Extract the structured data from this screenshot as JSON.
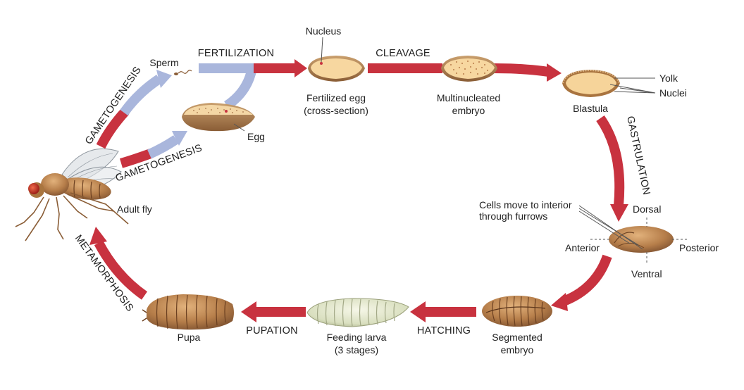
{
  "labels": {
    "nucleus": "Nucleus",
    "sperm": "Sperm",
    "fertilization": "FERTILIZATION",
    "cleavage": "CLEAVAGE",
    "fertilized_egg_1": "Fertilized egg",
    "fertilized_egg_2": "(cross-section)",
    "multinucleated_1": "Multinucleated",
    "multinucleated_2": "embryo",
    "yolk": "Yolk",
    "nuclei": "Nuclei",
    "blastula": "Blastula",
    "egg": "Egg",
    "gametogenesis_top": "GAMETOGENESIS",
    "gametogenesis_bottom": "GAMETOGENESIS",
    "gastrulation": "GASTRULATION",
    "adult_fly": "Adult fly",
    "cells_move_1": "Cells move to interior",
    "cells_move_2": "through furrows",
    "dorsal": "Dorsal",
    "anterior": "Anterior",
    "posterior": "Posterior",
    "ventral": "Ventral",
    "metamorphosis": "METAMORPHOSIS",
    "pupa": "Pupa",
    "pupation": "PUPATION",
    "feeding_larva_1": "Feeding larva",
    "feeding_larva_2": "(3 stages)",
    "hatching": "HATCHING",
    "segmented_1": "Segmented",
    "segmented_2": "embryo"
  },
  "colors": {
    "arrow_red": "#c8323f",
    "arrow_blue": "#a9b6dc",
    "embryo_brown": "#b07a48",
    "yolk_fill": "#f6d49a",
    "larva_fill": "#e4e8cf",
    "label_text": "#222222"
  }
}
